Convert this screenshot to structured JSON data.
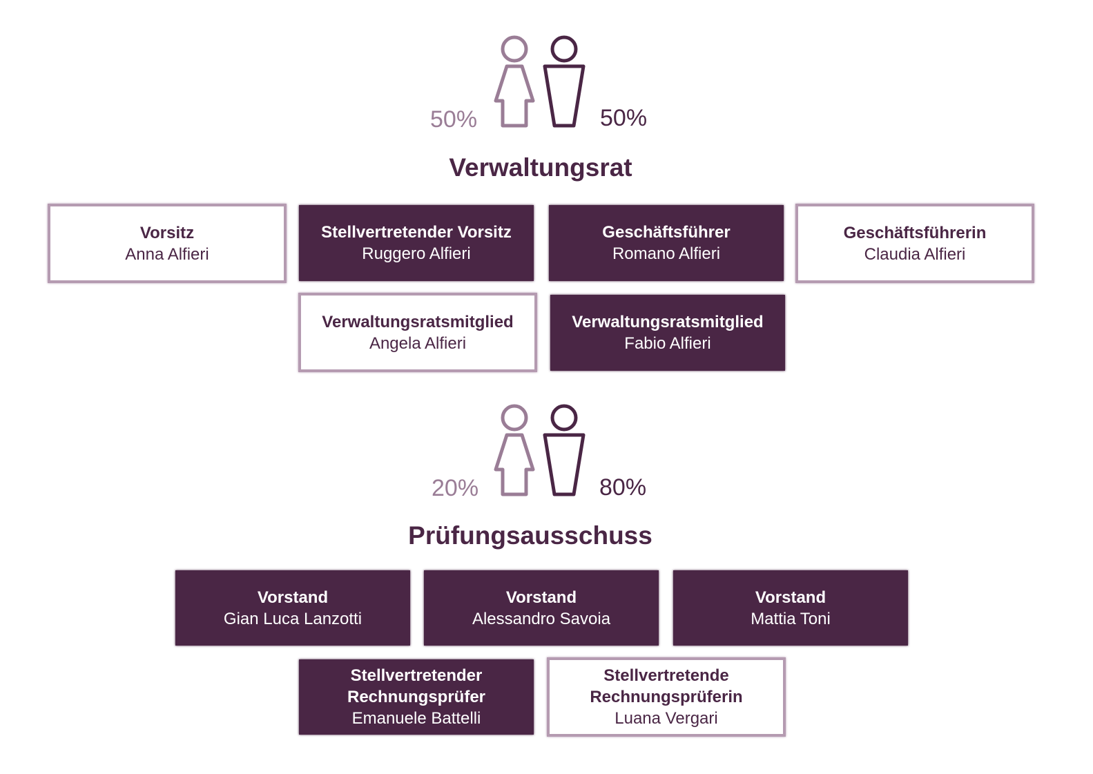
{
  "colors": {
    "primary": "#4a2645",
    "secondary": "#9a7d96",
    "outline": "#b59bb1"
  },
  "sections": [
    {
      "female_pct": "50%",
      "male_pct": "50%",
      "title": "Verwaltungsrat",
      "members": [
        {
          "role": "Vorsitz",
          "name": "Anna Alfieri",
          "style": "outline"
        },
        {
          "role": "Stellvertretender Vorsitz",
          "name": "Ruggero Alfieri",
          "style": "filled"
        },
        {
          "role": "Geschäftsführer",
          "name": "Romano Alfieri",
          "style": "filled"
        },
        {
          "role": "Geschäftsführerin",
          "name": "Claudia Alfieri",
          "style": "outline"
        },
        {
          "role": "Verwaltungsratsmitglied",
          "name": "Angela Alfieri",
          "style": "outline"
        },
        {
          "role": "Verwaltungsratsmitglied",
          "name": "Fabio Alfieri",
          "style": "filled"
        }
      ]
    },
    {
      "female_pct": "20%",
      "male_pct": "80%",
      "title": "Prüfungsausschuss",
      "members": [
        {
          "role": "Vorstand",
          "name": "Gian Luca Lanzotti",
          "style": "filled"
        },
        {
          "role": "Vorstand",
          "name": "Alessandro Savoia",
          "style": "filled"
        },
        {
          "role": "Vorstand",
          "name": "Mattia Toni",
          "style": "filled"
        },
        {
          "role": "Stellvertretender Rechnungsprüfer",
          "name": "Emanuele Battelli",
          "style": "filled"
        },
        {
          "role": "Stellvertretende Rechnungsprüferin",
          "name": "Luana Vergari",
          "style": "outline"
        }
      ]
    }
  ]
}
